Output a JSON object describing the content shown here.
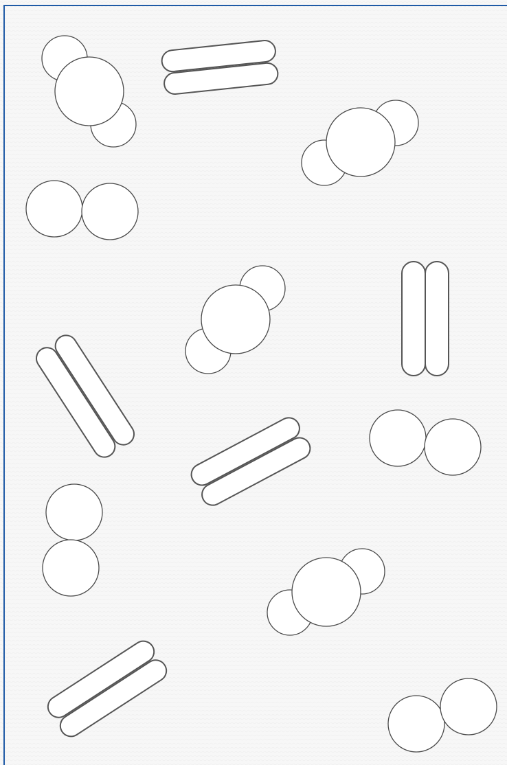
{
  "colors": {
    "background": "#f7f7f7",
    "frame": "#1f5aa6",
    "stroke": "#4a4a4a",
    "fill": "#ffffff"
  },
  "shapes": {
    "types": [
      "circle-trio",
      "circle-pair",
      "rod-pair"
    ],
    "circle_trio_count": 4,
    "circle_pair_count": 4,
    "rod_pair_count": 5
  }
}
